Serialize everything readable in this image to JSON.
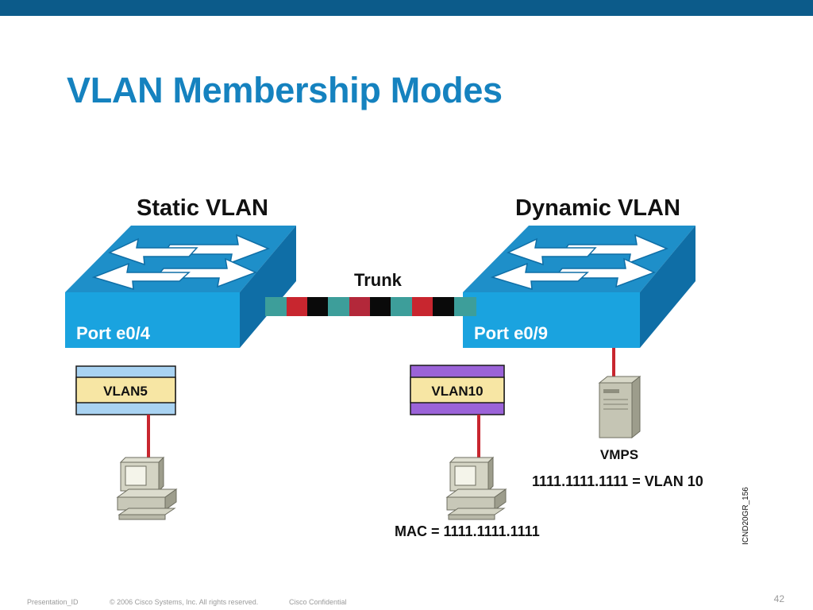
{
  "slide": {
    "title": "VLAN Membership Modes",
    "page_number": "42"
  },
  "footer": {
    "presentation_id": "Presentation_ID",
    "copyright": "© 2006 Cisco Systems, Inc. All rights reserved.",
    "confidential": "Cisco Confidential"
  },
  "diagram": {
    "static_switch": {
      "heading": "Static VLAN",
      "port_label": "Port e0/4"
    },
    "dynamic_switch": {
      "heading": "Dynamic VLAN",
      "port_label": "Port e0/9"
    },
    "trunk": {
      "label": "Trunk"
    },
    "left_vlan_tag": {
      "label": "VLAN5"
    },
    "right_vlan_tag": {
      "label": "VLAN10"
    },
    "vmps_server": {
      "label": "VMPS",
      "mapping": "1111.1111.1111 = VLAN 10"
    },
    "pc_mac_label": "MAC = 1111.1111.1111",
    "figure_id": "ICND20GR_156"
  },
  "colors": {
    "brand_blue": "#0c5b8a",
    "title_blue": "#1582bf",
    "switch_front": "#1aa3df",
    "switch_top": "#1e8fc9",
    "switch_side": "#0f6ea6",
    "vlan5_band": "#a9d3f2",
    "vlan10_band": "#9b63d8",
    "tag_fill": "#f7e6a4",
    "cable_red": "#c8262f"
  },
  "icons": [
    "switch-arrows-icon",
    "server-icon",
    "pc-icon"
  ]
}
